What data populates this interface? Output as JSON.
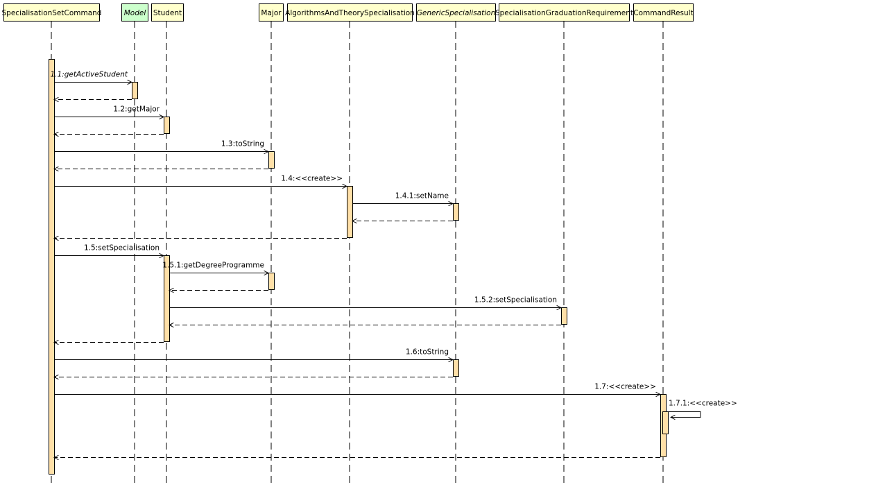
{
  "colors": {
    "header_fill": "#FFFFCC",
    "interface_fill": "#CCFFCC",
    "activation_fill": "#FFE0A8",
    "line": "#000000"
  },
  "participants": [
    {
      "id": "cmd",
      "label": "SpecialisationSetCommand",
      "italic": false,
      "kind": "class"
    },
    {
      "id": "model",
      "label": "Model",
      "italic": true,
      "kind": "interface"
    },
    {
      "id": "student",
      "label": "Student",
      "italic": false,
      "kind": "class"
    },
    {
      "id": "major",
      "label": "Major",
      "italic": false,
      "kind": "class"
    },
    {
      "id": "algo",
      "label": "AlgorithmsAndTheorySpecialisation",
      "italic": false,
      "kind": "class"
    },
    {
      "id": "generic",
      "label": "GenericSpecialisation",
      "italic": true,
      "kind": "abstract"
    },
    {
      "id": "req",
      "label": "SpecialisationGraduationRequirement",
      "italic": false,
      "kind": "class"
    },
    {
      "id": "result",
      "label": "CommandResult",
      "italic": false,
      "kind": "class"
    }
  ],
  "messages": [
    {
      "from": "cmd",
      "to": "model",
      "label": "1.1:getActiveStudent",
      "italic": true,
      "type": "call"
    },
    {
      "from": "model",
      "to": "cmd",
      "label": "",
      "type": "return"
    },
    {
      "from": "cmd",
      "to": "student",
      "label": "1.2:getMajor",
      "type": "call"
    },
    {
      "from": "student",
      "to": "cmd",
      "label": "",
      "type": "return"
    },
    {
      "from": "cmd",
      "to": "major",
      "label": "1.3:toString",
      "type": "call"
    },
    {
      "from": "major",
      "to": "cmd",
      "label": "",
      "type": "return"
    },
    {
      "from": "cmd",
      "to": "algo",
      "label": "1.4:<<create>>",
      "type": "call"
    },
    {
      "from": "algo",
      "to": "generic",
      "label": "1.4.1:setName",
      "type": "call"
    },
    {
      "from": "generic",
      "to": "algo",
      "label": "",
      "type": "return"
    },
    {
      "from": "algo",
      "to": "cmd",
      "label": "",
      "type": "return"
    },
    {
      "from": "cmd",
      "to": "student",
      "label": "1.5:setSpecialisation",
      "type": "call"
    },
    {
      "from": "student",
      "to": "major",
      "label": "1.5.1:getDegreeProgramme",
      "type": "call"
    },
    {
      "from": "major",
      "to": "student",
      "label": "",
      "type": "return"
    },
    {
      "from": "student",
      "to": "req",
      "label": "1.5.2:setSpecialisation",
      "type": "call"
    },
    {
      "from": "req",
      "to": "student",
      "label": "",
      "type": "return"
    },
    {
      "from": "student",
      "to": "cmd",
      "label": "",
      "type": "return"
    },
    {
      "from": "cmd",
      "to": "generic",
      "label": "1.6:toString",
      "type": "call"
    },
    {
      "from": "generic",
      "to": "cmd",
      "label": "",
      "type": "return"
    },
    {
      "from": "cmd",
      "to": "result",
      "label": "1.7:<<create>>",
      "type": "call"
    },
    {
      "from": "result",
      "to": "result",
      "label": "1.7.1:<<create>>",
      "type": "self"
    },
    {
      "from": "result",
      "to": "cmd",
      "label": "",
      "type": "return"
    }
  ]
}
